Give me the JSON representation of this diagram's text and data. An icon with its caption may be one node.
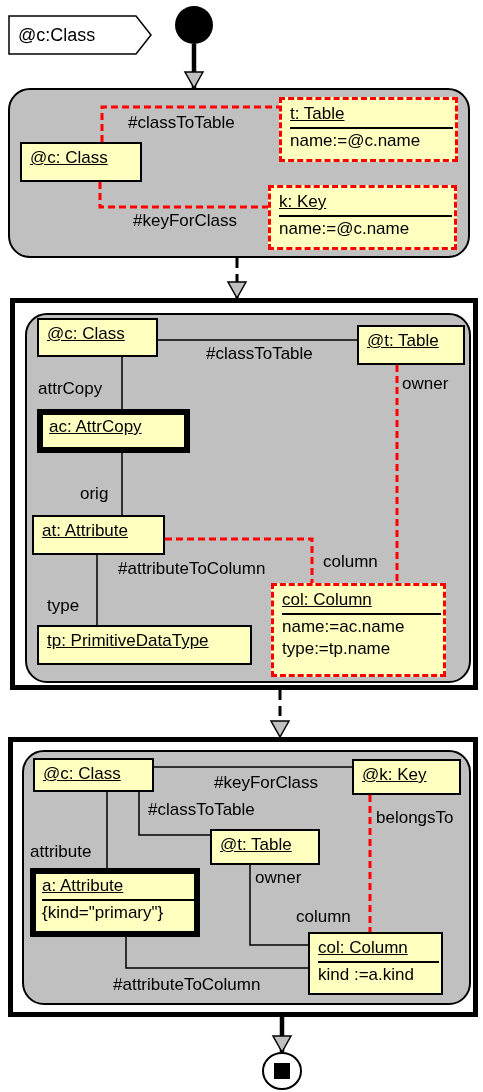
{
  "diagram": {
    "nodes": [
      {
        "text": [
          "@c:Class"
        ]
      },
      {
        "text": [],
        "shape": "circle"
      },
      {
        "text": [],
        "shape": "box"
      },
      {
        "text": [
          "@c: Class"
        ],
        "in": 2
      },
      {
        "text": [
          "t: Table",
          "name:=@c.name"
        ],
        "in": 2
      },
      {
        "text": [
          "k: Key",
          "name:=@c.name"
        ],
        "in": 2
      },
      {
        "text": [],
        "shape": "box"
      },
      {
        "text": [],
        "shape": "box",
        "in": 6
      },
      {
        "text": [
          "@c: Class"
        ],
        "in": 7
      },
      {
        "text": [
          "@t: Table"
        ],
        "in": 7
      },
      {
        "text": [
          "ac: AttrCopy"
        ],
        "in": 7
      },
      {
        "text": [
          "at: Attribute"
        ],
        "in": 7
      },
      {
        "text": [
          "tp: PrimitiveDataType"
        ],
        "in": 7
      },
      {
        "text": [
          "col: Column",
          "name:=ac.name",
          "type:=tp.name"
        ],
        "in": 7
      },
      {
        "text": [],
        "shape": "box"
      },
      {
        "text": [],
        "shape": "box",
        "in": 14
      },
      {
        "text": [
          "@c: Class"
        ],
        "in": 15
      },
      {
        "text": [
          "@k: Key"
        ],
        "in": 15
      },
      {
        "text": [
          "@t: Table"
        ],
        "in": 15
      },
      {
        "text": [
          "a: Attribute",
          "{kind=\"primary\"}"
        ],
        "in": 15
      },
      {
        "text": [
          "col: Column",
          "kind :=a.kind"
        ],
        "in": 15
      },
      {
        "text": [],
        "shape": "circle"
      }
    ],
    "edges": [
      {
        "from": 1,
        "to": 2,
        "arrow": "to",
        "style": "thick"
      },
      {
        "from": 3,
        "to": 4,
        "arrow": "none",
        "label": "#classToTable",
        "style": "dashed",
        "color": "#ff0000"
      },
      {
        "from": 3,
        "to": 5,
        "arrow": "none",
        "label": "#keyForClass",
        "style": "dashed",
        "color": "#ff0000"
      },
      {
        "from": 2,
        "to": 6,
        "arrow": "to",
        "style": "dashed"
      },
      {
        "from": 8,
        "to": 9,
        "arrow": "none",
        "label": "#classToTable"
      },
      {
        "from": 8,
        "to": 10,
        "arrow": "none",
        "label": "attrCopy"
      },
      {
        "from": 10,
        "to": 11,
        "arrow": "none",
        "label": "orig"
      },
      {
        "from": 11,
        "to": 12,
        "arrow": "none",
        "label": "type"
      },
      {
        "from": 11,
        "to": 13,
        "arrow": "none",
        "label": "#attributeToColumn",
        "style": "dashed",
        "color": "#ff0000"
      },
      {
        "from": 9,
        "to": 13,
        "arrow": "none",
        "label": "owner",
        "style": "dashed",
        "color": "#ff0000"
      },
      {
        "from": 6,
        "to": 14,
        "arrow": "to",
        "style": "dashed"
      },
      {
        "from": 16,
        "to": 17,
        "arrow": "none",
        "label": "#keyForClass"
      },
      {
        "from": 16,
        "to": 18,
        "arrow": "none",
        "label": "#classToTable"
      },
      {
        "from": 16,
        "to": 19,
        "arrow": "none",
        "label": "attribute"
      },
      {
        "from": 18,
        "to": 20,
        "arrow": "none",
        "label": "owner"
      },
      {
        "from": 17,
        "to": 20,
        "arrow": "none",
        "label": "belongsTo",
        "style": "dashed",
        "color": "#ff0000"
      },
      {
        "from": 19,
        "to": 20,
        "arrow": "none",
        "label": "#attributeToColumn"
      },
      {
        "from": 14,
        "to": 21,
        "arrow": "to",
        "style": "thick"
      }
    ],
    "labels": [
      "column",
      "column"
    ]
  }
}
